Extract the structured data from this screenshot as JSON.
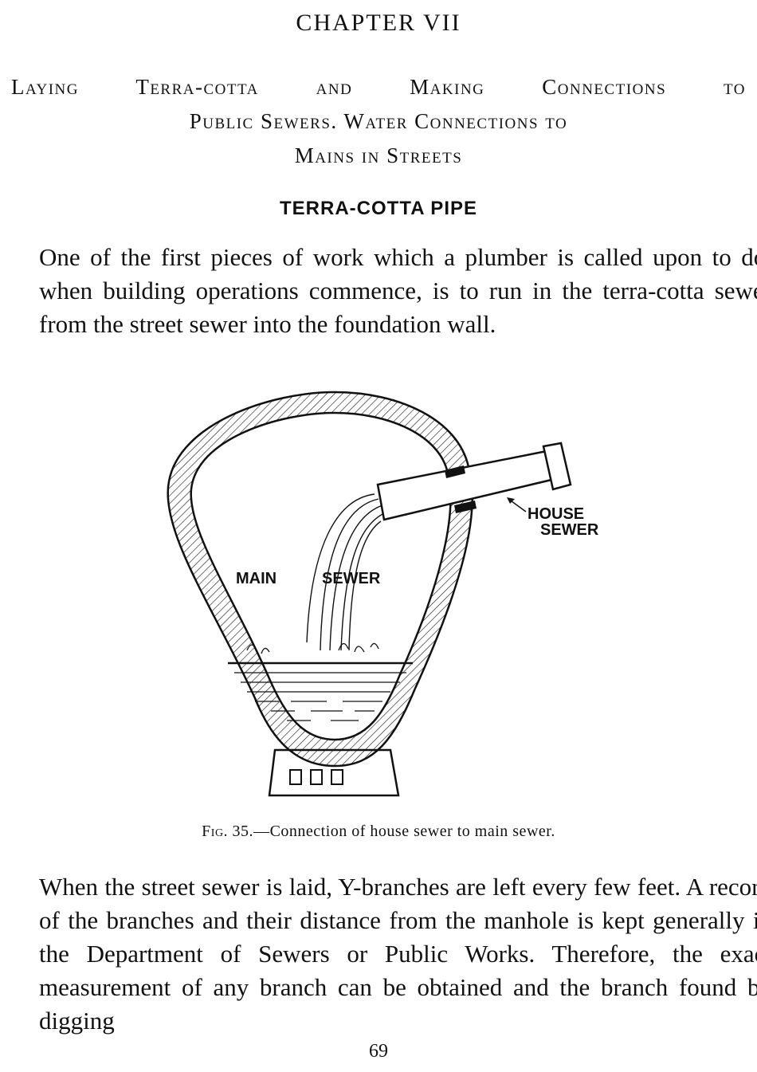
{
  "chapter": {
    "title": "CHAPTER VII",
    "subtitle_line1": "Laying Terra-cotta and Making Connections to",
    "subtitle_line2": "Public Sewers. Water Connections to",
    "subtitle_line3": "Mains in Streets"
  },
  "section_heading": "TERRA-COTTA PIPE",
  "paragraph1": "One of the first pieces of work which a plumber is called upon to do, when building operations commence, is to run in the terra-cotta sewer from the street sewer into the foundation wall.",
  "figure": {
    "label_main": "MAIN",
    "label_sewer": "SEWER",
    "label_house": "HOUSE",
    "label_house_sewer": "SEWER",
    "caption_fig": "Fig. 35.",
    "caption_text": "—Connection of house sewer to main sewer."
  },
  "paragraph2": "When the street sewer is laid, Y-branches are left every few feet. A record of the branches and their distance from the manhole is kept generally in the Department of Sewers or Public Works. Therefore, the exact measurement of any branch can be obtained and the branch found by digging",
  "page_number": "69"
}
